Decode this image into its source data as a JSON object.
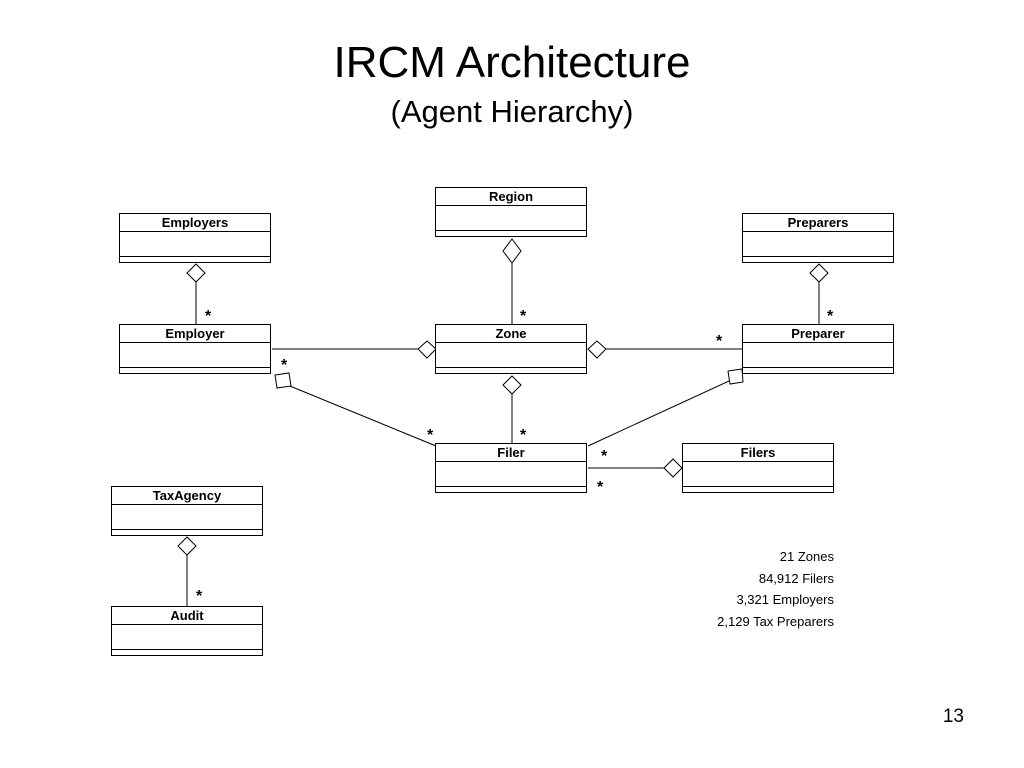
{
  "slide": {
    "title": "IRCM Architecture",
    "subtitle": "(Agent Hierarchy)",
    "page_number": "13"
  },
  "classes": {
    "region": "Region",
    "employers": "Employers",
    "preparers": "Preparers",
    "employer": "Employer",
    "zone": "Zone",
    "preparer": "Preparer",
    "filer": "Filer",
    "filers": "Filers",
    "taxagency": "TaxAgency",
    "audit": "Audit"
  },
  "multiplicity": "*",
  "stats": [
    "21 Zones",
    "84,912 Filers",
    "3,321 Employers",
    "2,129 Tax Preparers"
  ]
}
